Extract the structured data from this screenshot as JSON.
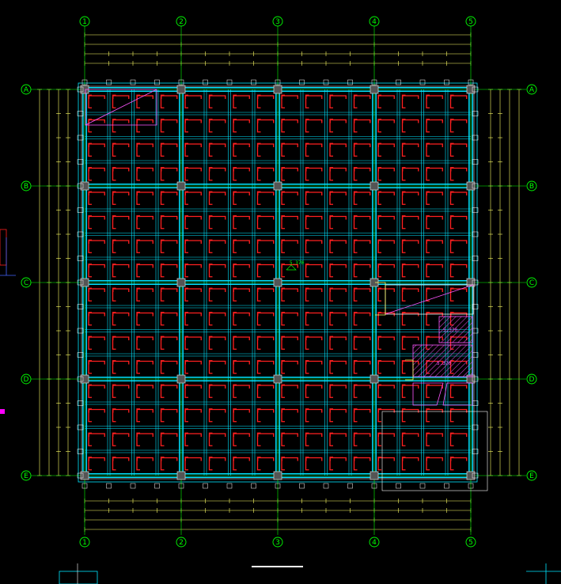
{
  "grid": {
    "columns": [
      "1",
      "2",
      "3",
      "4",
      "5"
    ],
    "rows": [
      "A",
      "B",
      "C",
      "D",
      "E"
    ]
  },
  "annotations": {
    "level_center": "5.370",
    "level_pit_1": "5.370",
    "level_pit_2": "5.370"
  },
  "colors": {
    "background": "#000000",
    "axis_bubble": "#00ff00",
    "beam": "#00e5ff",
    "column": "#c8c8c8",
    "rebar": "#ff2020",
    "dimension": "#ffff66",
    "opening": "#ff55ff",
    "slab_edge": "#ffffff"
  }
}
